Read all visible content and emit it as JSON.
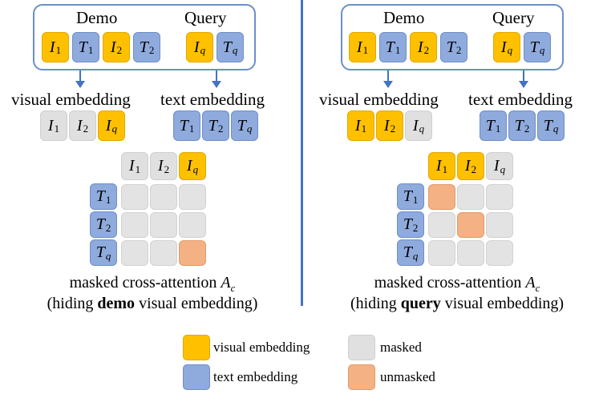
{
  "left": {
    "demo_label": "Demo",
    "query_label": "Query",
    "visual_label": "visual embedding",
    "text_label": "text embedding",
    "caption_line1": "masked cross-attention ",
    "caption_symbol": "A",
    "caption_sub": "c",
    "caption_line2_pre": "(hiding ",
    "caption_line2_bold": "demo",
    "caption_line2_post": " visual embedding)",
    "unmasked_cells": [
      [
        2,
        2
      ]
    ]
  },
  "right": {
    "demo_label": "Demo",
    "query_label": "Query",
    "visual_label": "visual embedding",
    "text_label": "text embedding",
    "caption_line1": "masked cross-attention ",
    "caption_symbol": "A",
    "caption_sub": "c",
    "caption_line2_pre": "(hiding ",
    "caption_line2_bold": "query",
    "caption_line2_post": " visual embedding)",
    "unmasked_cells": [
      [
        0,
        0
      ],
      [
        1,
        1
      ]
    ]
  },
  "tokens": {
    "I": "I",
    "T": "T",
    "sub1": "1",
    "sub2": "2",
    "subq": "q"
  },
  "legend": {
    "visual": "visual embedding",
    "text": "text embedding",
    "masked": "masked",
    "unmasked": "unmasked"
  },
  "colors": {
    "visual": "#ffc000",
    "text": "#8faadc",
    "masked": "#e0e0e0",
    "unmasked": "#f4b183",
    "accent": "#4472c4"
  }
}
